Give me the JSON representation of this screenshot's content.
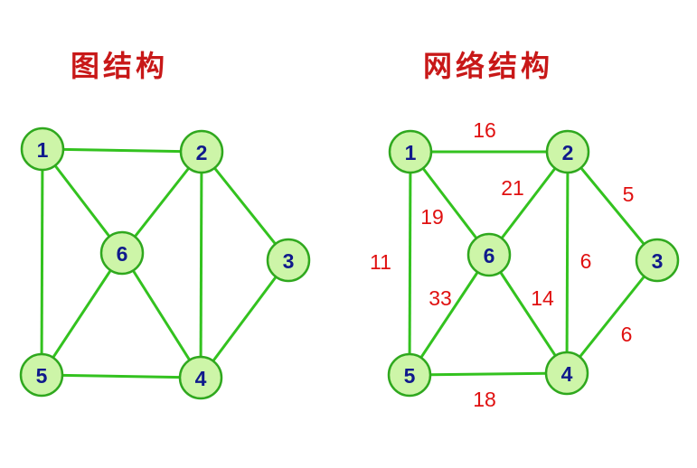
{
  "titles": {
    "left": "图结构",
    "right": "网络结构"
  },
  "colors": {
    "title": "#c81818",
    "edge": "#33c21f",
    "node_fill": "#cdf5a8",
    "node_stroke": "#2fa81e",
    "node_label": "#101a8c",
    "weight": "#e01010"
  },
  "graph": {
    "nodes": [
      "1",
      "2",
      "3",
      "4",
      "5",
      "6"
    ],
    "edges": [
      {
        "from": "1",
        "to": "2",
        "weight": "16"
      },
      {
        "from": "1",
        "to": "5",
        "weight": "11"
      },
      {
        "from": "1",
        "to": "6",
        "weight": "19"
      },
      {
        "from": "2",
        "to": "6",
        "weight": "21"
      },
      {
        "from": "2",
        "to": "4",
        "weight": "6"
      },
      {
        "from": "2",
        "to": "3",
        "weight": "5"
      },
      {
        "from": "3",
        "to": "4",
        "weight": "6"
      },
      {
        "from": "6",
        "to": "5",
        "weight": "33"
      },
      {
        "from": "6",
        "to": "4",
        "weight": "14"
      },
      {
        "from": "5",
        "to": "4",
        "weight": "18"
      }
    ]
  }
}
